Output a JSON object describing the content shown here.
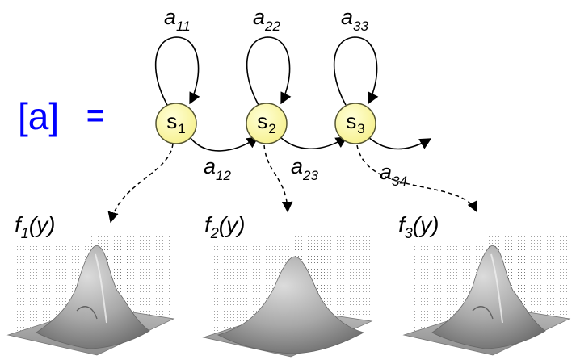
{
  "lhs": {
    "bracket": "[a]",
    "equals": "="
  },
  "states": [
    {
      "letter": "s",
      "index": "1"
    },
    {
      "letter": "s",
      "index": "2"
    },
    {
      "letter": "s",
      "index": "3"
    }
  ],
  "transitions": {
    "self": [
      {
        "letter": "a",
        "index": "11"
      },
      {
        "letter": "a",
        "index": "22"
      },
      {
        "letter": "a",
        "index": "33"
      }
    ],
    "forward": [
      {
        "letter": "a",
        "index": "12"
      },
      {
        "letter": "a",
        "index": "23"
      },
      {
        "letter": "a",
        "index": "34"
      }
    ]
  },
  "emissions": [
    {
      "name": "f",
      "index": "1",
      "arg": "(y)"
    },
    {
      "name": "f",
      "index": "2",
      "arg": "(y)"
    },
    {
      "name": "f",
      "index": "3",
      "arg": "(y)"
    }
  ],
  "colors": {
    "state_fill": "#ffffa8",
    "state_stroke": "#555533",
    "lhs": "#0000ff",
    "surface": "#9a9a9a"
  }
}
